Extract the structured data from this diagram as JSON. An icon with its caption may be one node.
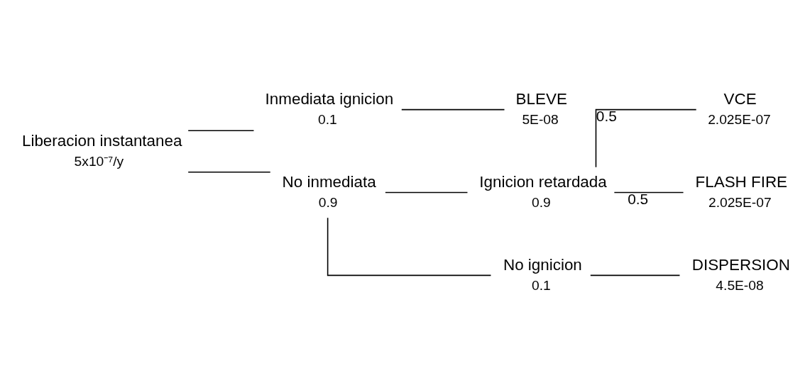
{
  "diagram": {
    "nodes": [
      {
        "text": [
          "Liberacion instantanea"
        ],
        "beside": [
          "5x10⁻⁷/y"
        ]
      },
      {
        "text": [
          "Inmediata ignicion"
        ],
        "beside": [
          "0.1"
        ]
      },
      {
        "text": [
          "BLEVE"
        ],
        "beside": [
          "5E-08"
        ]
      },
      {
        "text": [
          "No inmediata"
        ],
        "beside": [
          "0.9"
        ]
      },
      {
        "text": [
          "Ignicion retardada"
        ],
        "beside": [
          "0.9"
        ]
      },
      {
        "text": [
          "VCE"
        ],
        "beside": [
          "2.025E-07"
        ]
      },
      {
        "text": [
          "FLASH FIRE"
        ],
        "beside": [
          "2.025E-07"
        ]
      },
      {
        "text": [
          "No ignicion"
        ],
        "beside": [
          "0.1"
        ]
      },
      {
        "text": [
          "DISPERSION"
        ],
        "beside": [
          "4.5E-08"
        ]
      }
    ],
    "edges": [
      {
        "from": 0,
        "to": 1,
        "arrow": "none"
      },
      {
        "from": 1,
        "to": 2,
        "arrow": "none"
      },
      {
        "from": 0,
        "to": 3,
        "arrow": "none"
      },
      {
        "from": 3,
        "to": 4,
        "arrow": "none"
      },
      {
        "from": 4,
        "to": 5,
        "arrow": "none",
        "label": "0.5"
      },
      {
        "from": 4,
        "to": 6,
        "arrow": "none",
        "label": "0.5"
      },
      {
        "from": 3,
        "to": 7,
        "arrow": "none"
      },
      {
        "from": 7,
        "to": 8,
        "arrow": "none"
      }
    ]
  }
}
